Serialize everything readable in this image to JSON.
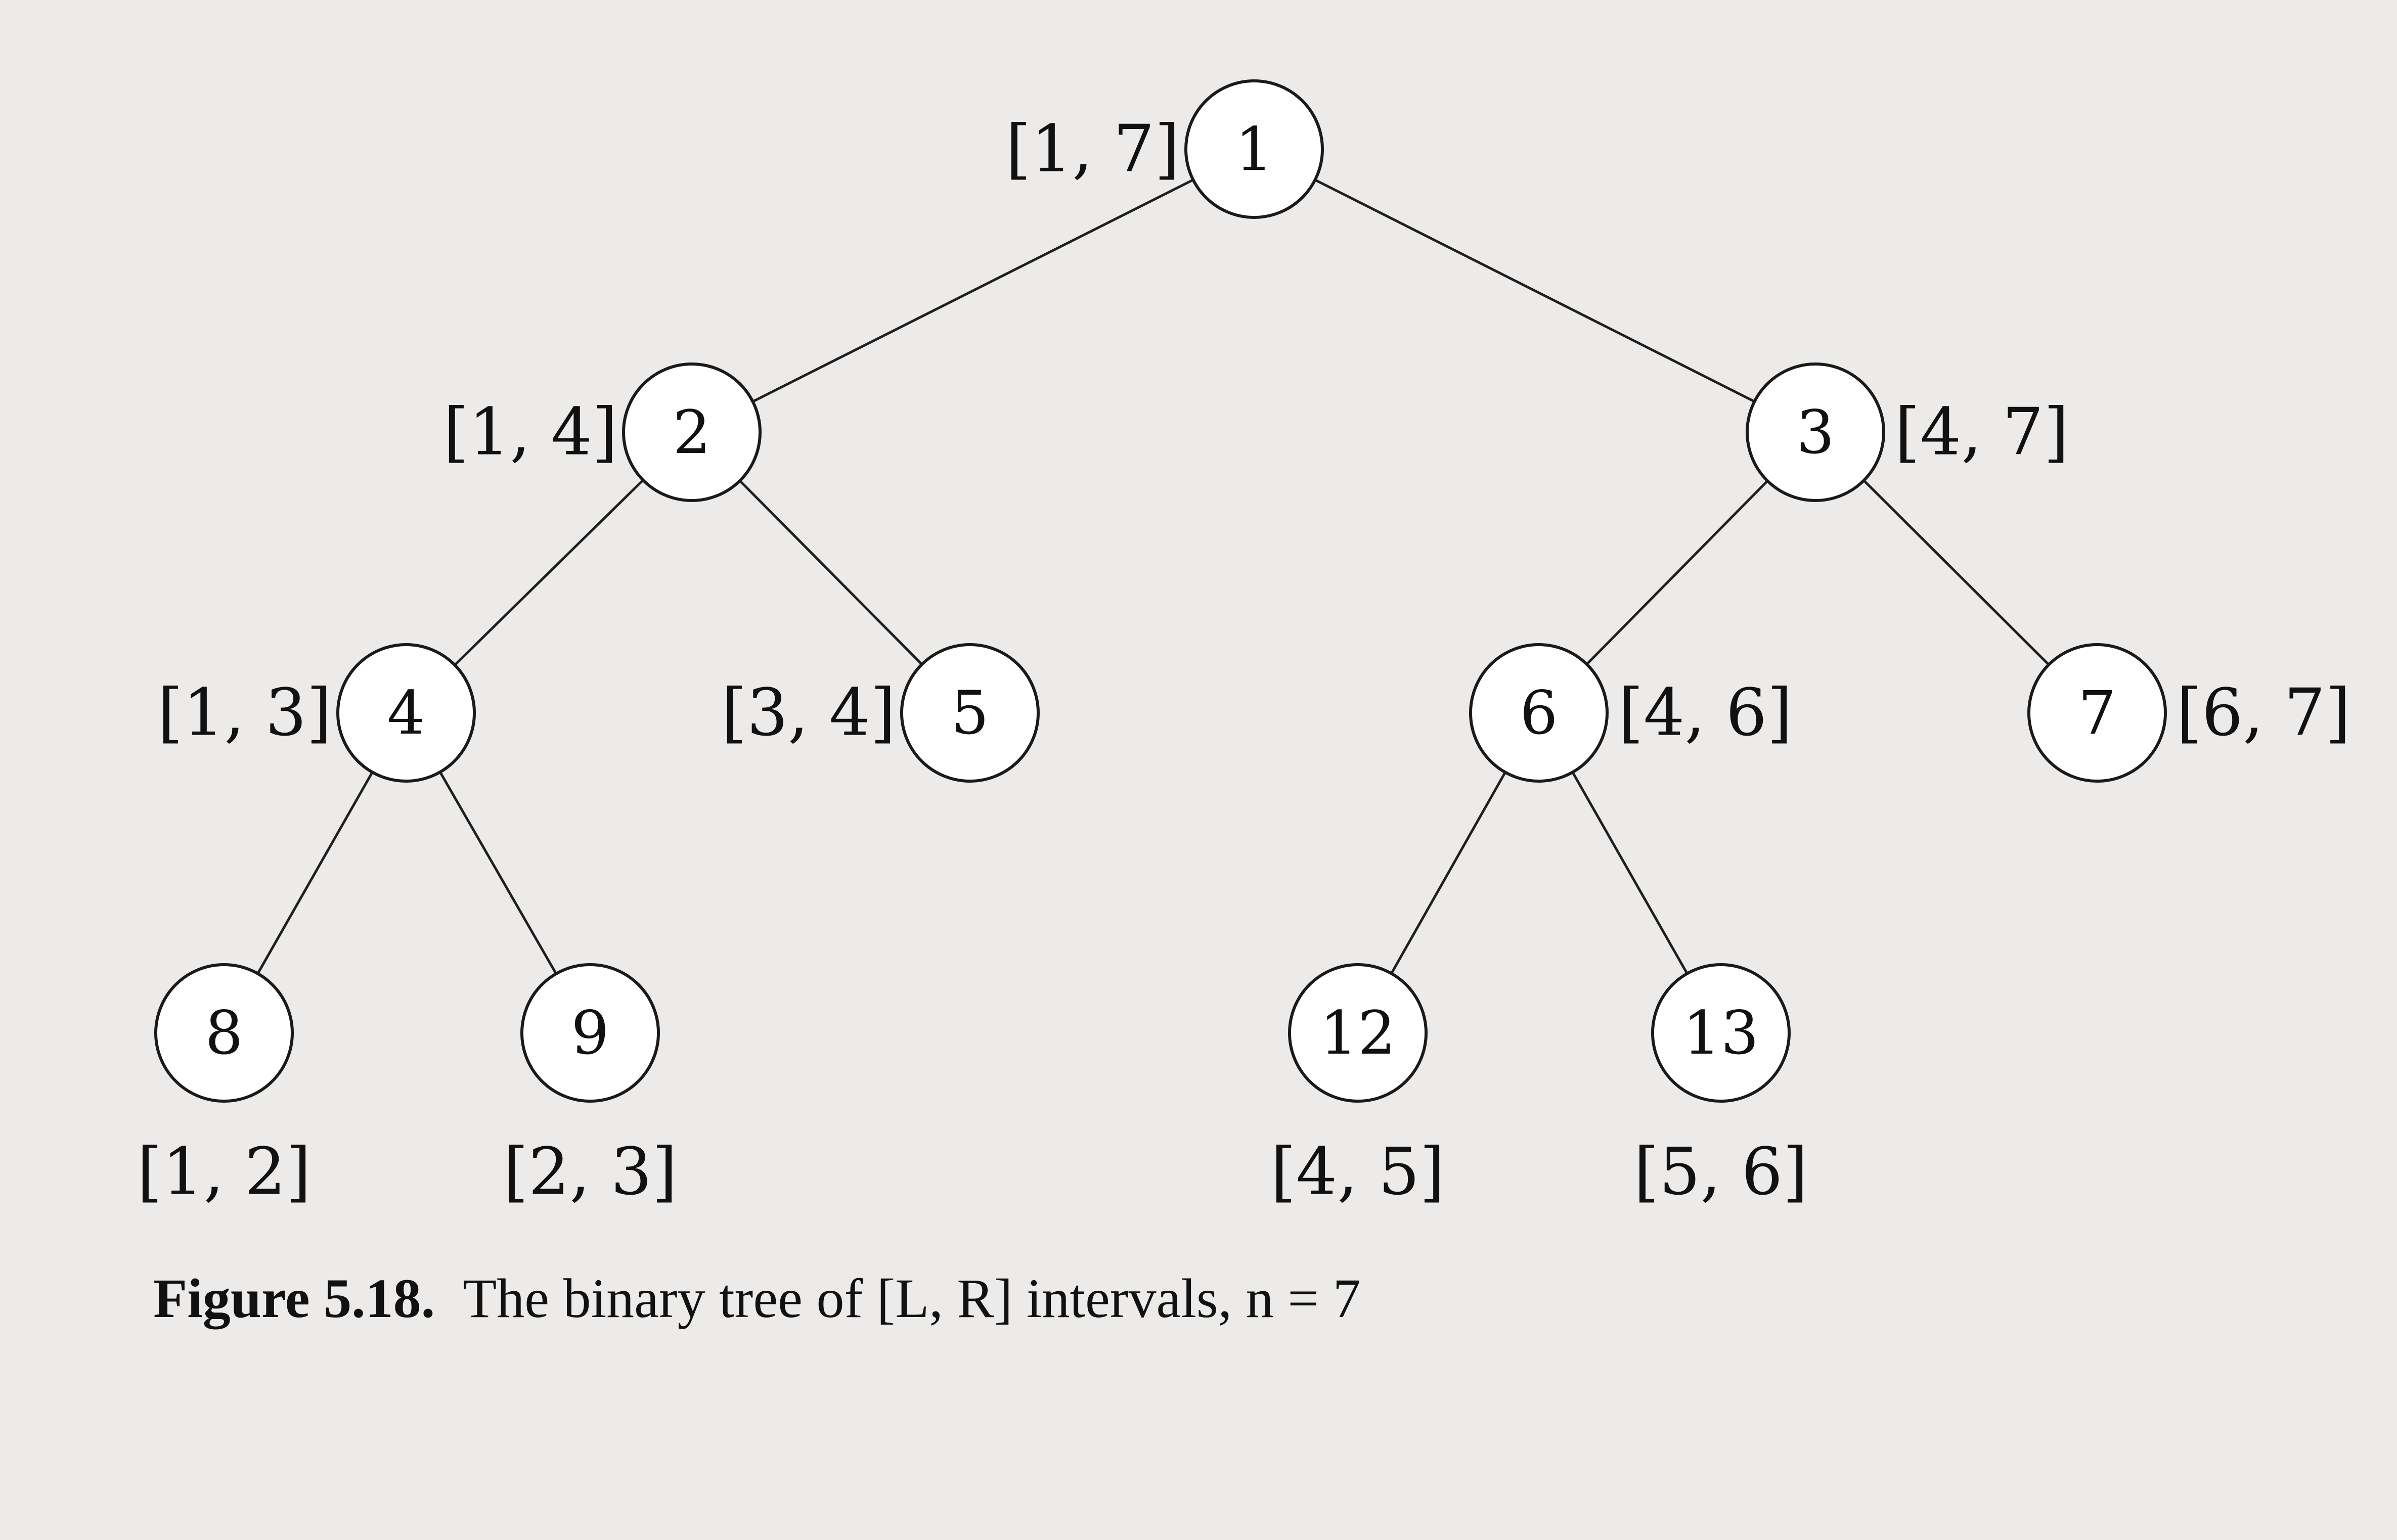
{
  "figure": {
    "number_label": "Figure 5.18.",
    "caption_text": "The binary tree of [L, R] intervals, n = 7"
  },
  "tree": {
    "nodes": [
      {
        "id": "1",
        "label": "1",
        "interval": "[1, 7]"
      },
      {
        "id": "2",
        "label": "2",
        "interval": "[1, 4]"
      },
      {
        "id": "3",
        "label": "3",
        "interval": "[4, 7]"
      },
      {
        "id": "4",
        "label": "4",
        "interval": "[1, 3]"
      },
      {
        "id": "5",
        "label": "5",
        "interval": "[3, 4]"
      },
      {
        "id": "6",
        "label": "6",
        "interval": "[4, 6]"
      },
      {
        "id": "7",
        "label": "7",
        "interval": "[6, 7]"
      },
      {
        "id": "8",
        "label": "8",
        "interval": "[1, 2]"
      },
      {
        "id": "9",
        "label": "9",
        "interval": "[2, 3]"
      },
      {
        "id": "12",
        "label": "12",
        "interval": "[4, 5]"
      },
      {
        "id": "13",
        "label": "13",
        "interval": "[5, 6]"
      }
    ],
    "edges": [
      [
        "1",
        "2"
      ],
      [
        "1",
        "3"
      ],
      [
        "2",
        "4"
      ],
      [
        "2",
        "5"
      ],
      [
        "3",
        "6"
      ],
      [
        "3",
        "7"
      ],
      [
        "4",
        "8"
      ],
      [
        "4",
        "9"
      ],
      [
        "6",
        "12"
      ],
      [
        "6",
        "13"
      ]
    ]
  }
}
